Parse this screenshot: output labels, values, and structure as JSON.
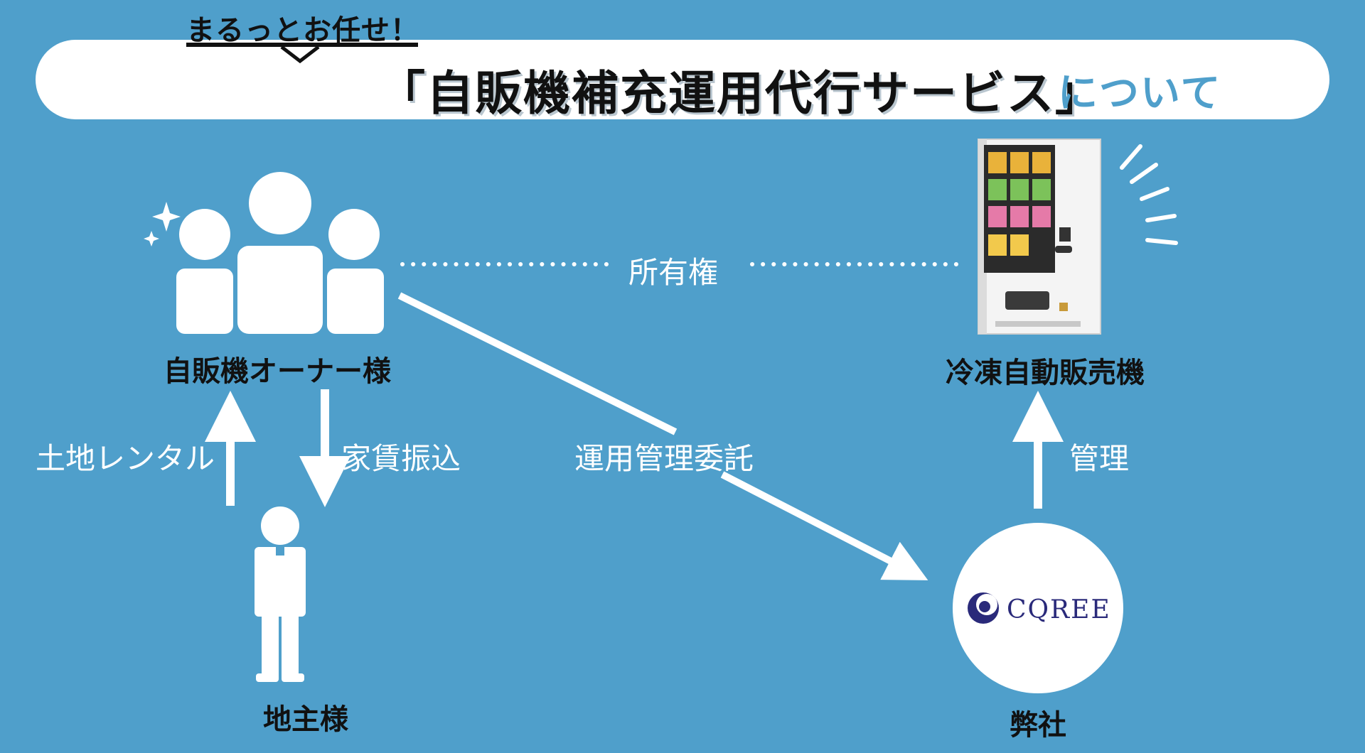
{
  "header": {
    "tagline": "まるっとお任せ！",
    "title": "「自販機補充運用代行サービス」",
    "title_suffix": "について"
  },
  "nodes": {
    "owner": "自販機オーナー様",
    "landowner": "地主様",
    "vending_machine": "冷凍自動販売機",
    "company": "弊社"
  },
  "edges": {
    "ownership": "所有権",
    "land_rental": "土地レンタル",
    "rent_transfer": "家賃振込",
    "operation_outsourcing": "運用管理委託",
    "management": "管理"
  },
  "company_logo": {
    "text": "CQREE",
    "icon": "crescent-logo-icon"
  },
  "colors": {
    "background": "#4f9fcb",
    "white": "#ffffff",
    "text_dark": "#111111",
    "logo": "#2a2a7a"
  }
}
